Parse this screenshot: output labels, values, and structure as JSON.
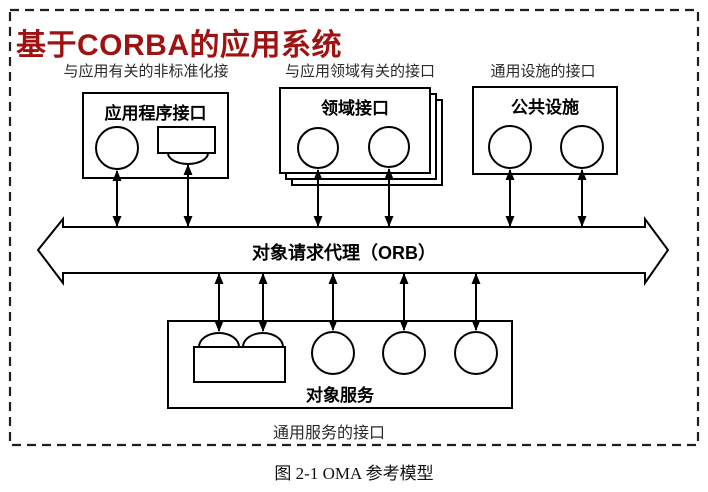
{
  "title": "基于CORBA的应用系统",
  "interface_labels": {
    "app": "与应用有关的非标准化接",
    "domain": "与应用领域有关的接口",
    "facility": "通用设施的接口",
    "services": "通用服务的接口"
  },
  "boxes": {
    "application": "应用程序接口",
    "domain": "领域接口",
    "facilities": "公共设施",
    "services": "对象服务"
  },
  "orb_label": "对象请求代理（ORB）",
  "caption": "图 2-1 OMA 参考模型",
  "colors": {
    "title_red": "#A01212",
    "dashed_border": "#1f1f1f",
    "line": "#000000",
    "fill": "#ffffff"
  }
}
